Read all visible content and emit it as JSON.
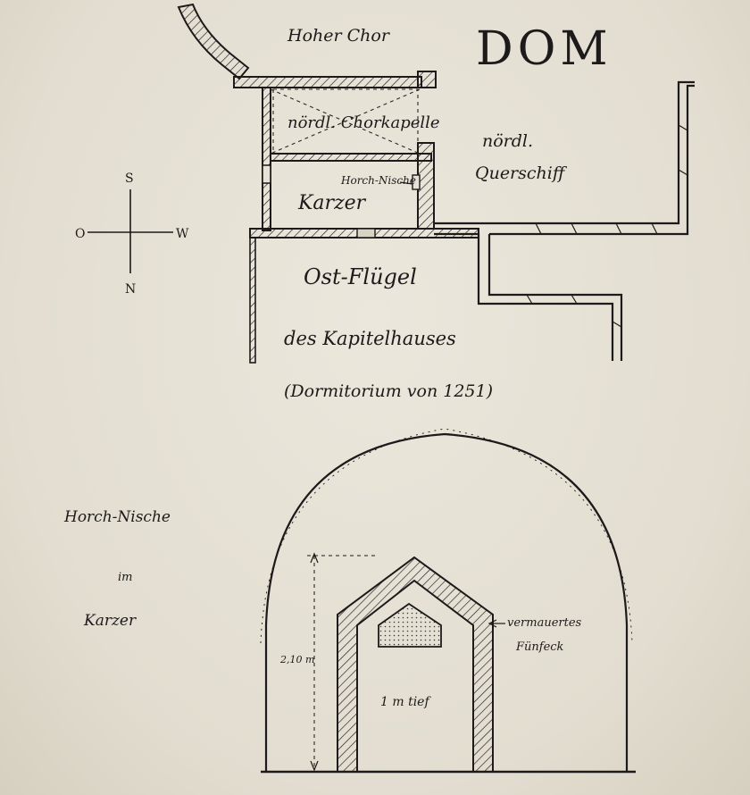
{
  "plan": {
    "title": "DOM",
    "hoher_chor": "Hoher Chor",
    "chorkapelle": "nördl. Chorkapelle",
    "querschiff_1": "nördl.",
    "querschiff_2": "Querschiff",
    "horch_nische": "Horch-Nische",
    "karzer": "Karzer",
    "ostfluegel": "Ost-Flügel",
    "kapitelhaus": "des Kapitelhauses",
    "caption": "(Dormitorium von 1251)"
  },
  "compass": {
    "s": "S",
    "o": "O",
    "w": "W",
    "n": "N"
  },
  "niche": {
    "title_1": "Horch-Nische",
    "title_2": "im",
    "title_3": "Karzer",
    "height_label": "2,10 m",
    "depth_label": "1 m tief",
    "window_label_1": "vermauertes",
    "window_label_2": "Fünfeck"
  },
  "colors": {
    "paper": "#e6e2d6",
    "ink": "#1c1a1a"
  }
}
